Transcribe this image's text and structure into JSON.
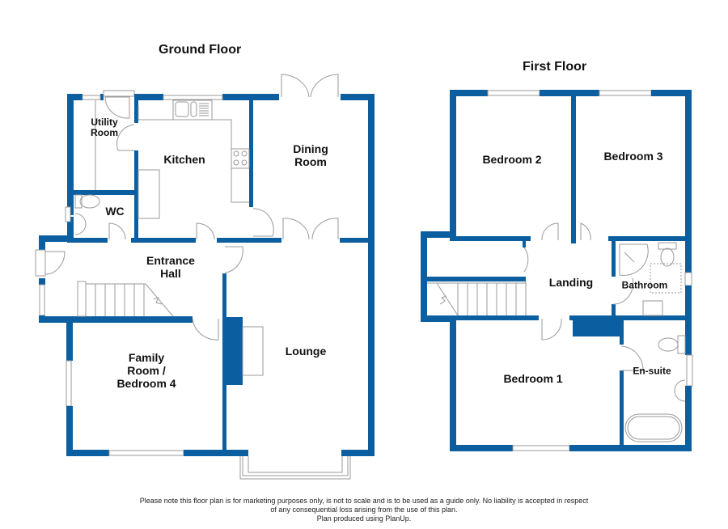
{
  "colors": {
    "wall": "#0b5fa0",
    "wall_edge": "#06457a",
    "fixture_line": "#9a9a9a",
    "text": "#111111",
    "background": "#ffffff"
  },
  "ground_floor": {
    "title": "Ground Floor",
    "rooms": {
      "utility_room": "Utility\nRoom",
      "kitchen": "Kitchen",
      "dining_room": "Dining\nRoom",
      "wc": "WC",
      "entrance_hall": "Entrance\nHall",
      "lounge": "Lounge",
      "family_room": "Family\nRoom /\nBedroom 4"
    }
  },
  "first_floor": {
    "title": "First Floor",
    "rooms": {
      "bedroom_2": "Bedroom 2",
      "bedroom_3": "Bedroom 3",
      "landing": "Landing",
      "bathroom": "Bathroom",
      "bedroom_1": "Bedroom 1",
      "en_suite": "En-suite"
    }
  },
  "disclaimer": {
    "line1": "Please note this floor plan is for marketing purposes only, is not to scale and is to be used as a guide only.  No liability is accepted in respect",
    "line2": "of any consequential loss arising from the use of this plan.",
    "line3": "Plan produced using PlanUp."
  }
}
